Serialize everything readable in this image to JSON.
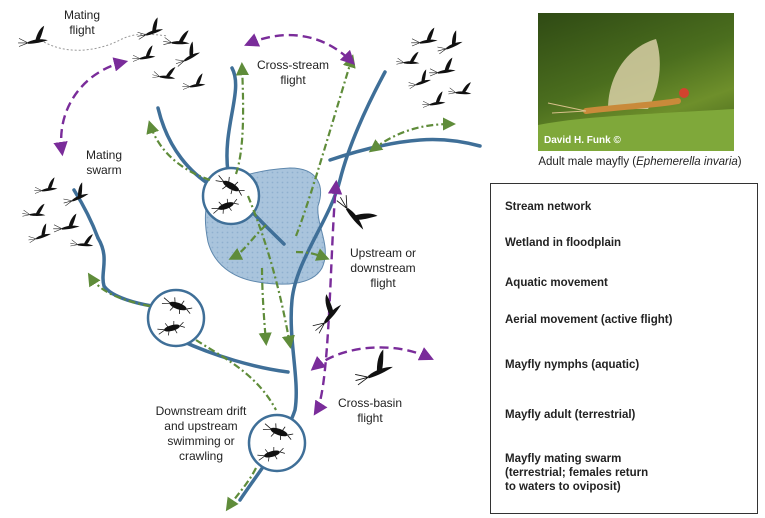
{
  "labels": {
    "mating_flight": "Mating\nflight",
    "cross_stream_flight": "Cross-stream\nflight",
    "mating_swarm": "Mating\nswarm",
    "upstream_downstream_flight": "Upstream or\ndownstream\nflight",
    "cross_basin_flight": "Cross-basin\nflight",
    "downstream_drift": "Downstream drift\nand upstream\nswimming or\ncrawling"
  },
  "photo": {
    "credit": "David H. Funk ©",
    "caption_prefix": "Adult male mayfly (",
    "caption_species": "Ephemerella invaria",
    "caption_suffix": ")"
  },
  "legend": {
    "items": [
      {
        "key": "stream",
        "label": "Stream network"
      },
      {
        "key": "wetland",
        "label": "Wetland in floodplain"
      },
      {
        "key": "aquatic",
        "label": "Aquatic movement"
      },
      {
        "key": "aerial",
        "label": "Aerial movement (active flight)"
      },
      {
        "key": "nymphs",
        "label": "Mayfly nymphs (aquatic)"
      },
      {
        "key": "adult",
        "label": "Mayfly adult  (terrestrial)"
      },
      {
        "key": "swarm",
        "label": "Mayfly mating swarm\n(terrestrial; females return\nto waters to oviposit)"
      }
    ]
  },
  "colors": {
    "stream": "#3f6f98",
    "wetland_fill": "#a9c4dc",
    "wetland_stroke": "#5f88ad",
    "aquatic": "#5f8c3a",
    "aerial": "#7a2c9a",
    "insect": "#111111",
    "circle_stroke": "#3f6f98"
  }
}
